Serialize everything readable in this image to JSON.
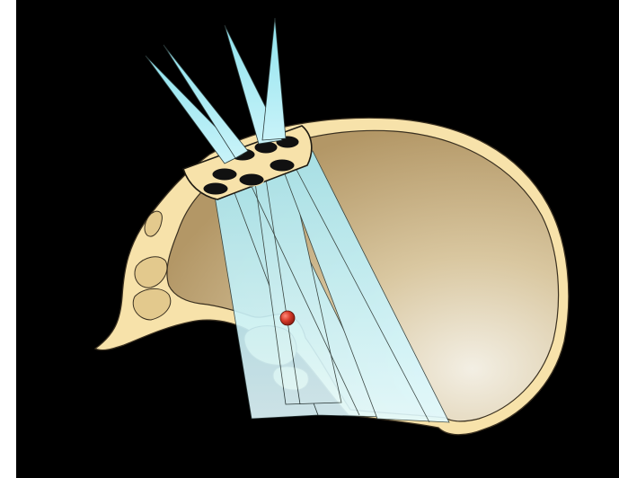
{
  "colors": {
    "background": "#000000",
    "bone_outer": "#f7e2aa",
    "bone_inner_stroke": "#3a3020",
    "cavity_light": "#efe8d8",
    "cavity_dark": "#b59b66",
    "sinus_fill": "#e3c98d",
    "beam_fill": "#bff0f8",
    "beam_tip": "#7fdde8",
    "target": "#c8281c"
  },
  "diagram": {
    "subject": "skull-cross-section",
    "beam_count": 4,
    "collimator_holes": 7,
    "target_marker": true
  }
}
